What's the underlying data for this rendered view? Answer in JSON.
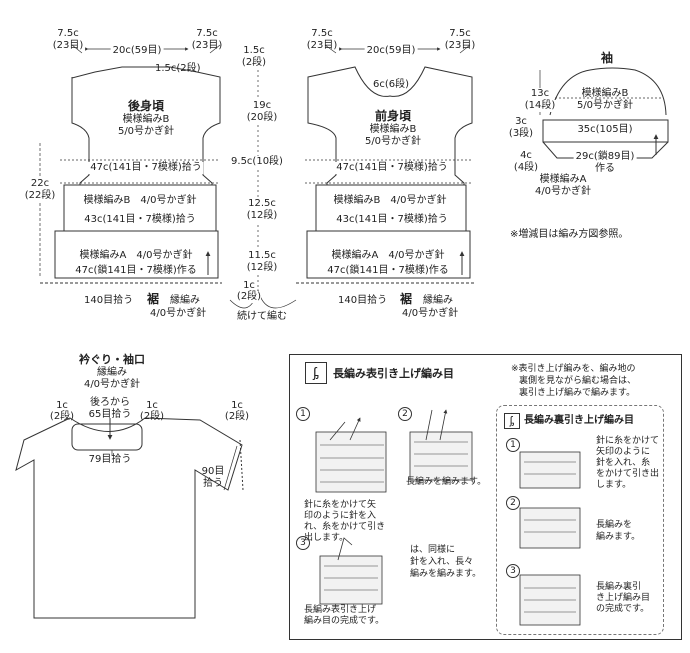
{
  "back": {
    "side_w_left": "7.5c",
    "side_s_left": "(23目)",
    "side_w_right": "7.5c",
    "side_s_right": "(23目)",
    "neck_w": "20c(59目)",
    "neck_depth": "1.5c(2段)",
    "title": "後身頃",
    "pattern": "模様編みB",
    "needle": "5/0号かぎ針",
    "pick": "47c(141目・7模様)拾う",
    "side_h": "22c",
    "side_h_rows": "(22段)",
    "band_b": "模様編みB　4/0号かぎ針",
    "band_b_pick": "43c(141目・7模様)拾う",
    "band_a": "模様編みA　4/0号かぎ針",
    "band_a_make": "47c(鎖141目・7模様)作る",
    "hem_pick": "140目拾う",
    "hem_label": "裾",
    "hem_stitch": "縁編み",
    "hem_needle": "4/0号かぎ針"
  },
  "center": {
    "v1": "1.5c",
    "v1r": "(2段)",
    "v2": "19c",
    "v2r": "(20段)",
    "v3": "9.5c(10段)",
    "v4": "12.5c",
    "v4r": "(12段)",
    "v5": "11.5c",
    "v5r": "(12段)",
    "v6": "1c",
    "v6r": "(2段)",
    "continue": "続けて編む"
  },
  "front": {
    "side_w_left": "7.5c",
    "side_s_left": "(23目)",
    "side_w_right": "7.5c",
    "side_s_right": "(23目)",
    "neck_w": "20c(59目)",
    "neck_depth": "6c(6段)",
    "title": "前身頃",
    "pattern": "模様編みB",
    "needle": "5/0号かぎ針",
    "pick": "47c(141目・7模様)拾う",
    "band_b": "模様編みB　4/0号かぎ針",
    "band_b_pick": "43c(141目・7模様)拾う",
    "band_a": "模様編みA　4/0号かぎ針",
    "band_a_make": "47c(鎖141目・7模様)作る",
    "hem_pick": "140目拾う",
    "hem_label": "裾",
    "hem_stitch": "縁編み",
    "hem_needle": "4/0号かぎ針"
  },
  "sleeve": {
    "title": "袖",
    "cap_h": "13c",
    "cap_rows": "(14段)",
    "pattern": "模様編みB",
    "needle": "5/0号かぎ針",
    "band_h": "3c",
    "band_rows": "(3段)",
    "width": "35c(105目)",
    "low_h": "4c",
    "low_rows": "(4段)",
    "make": "29c(鎖89目)",
    "make2": "作る",
    "band_pattern": "模様編みA",
    "band_needle": "4/0号かぎ針"
  },
  "note": "※増減目は編み方図参照。",
  "collar": {
    "title": "衿ぐり・袖口",
    "stitch": "縁編み",
    "needle": "4/0号かぎ針",
    "left_h": "1c",
    "left_r": "(2段)",
    "back_from": "後ろから",
    "back_pick": "65目拾う",
    "right_h": "1c",
    "right_r": "(2段)",
    "front_pick": "79目拾う",
    "cuff_pick": "90目",
    "cuff_pick2": "拾う"
  },
  "instr": {
    "icon": "ᶋ",
    "title": "長編み表引き上げ編み目",
    "note1": "※表引き上げ編みを、編み地の",
    "note2": "裏側を見ながら編む場合は、",
    "note3": "裏引き上げ編みで編みます。",
    "s1_num": "1",
    "s1_t1": "針に糸をかけて矢",
    "s1_t2": "印のように針を入",
    "s1_t3": "れ、糸をかけて引き",
    "s1_t4": "出します。",
    "s2_num": "2",
    "s2_t": "長編みを編みます。",
    "s3_num": "3",
    "s3_t1": "長編み表引き上げ",
    "s3_t2": "編み目の完成です。",
    "mid1": "は、同様に",
    "mid2": "針を入れ、長々",
    "mid3": "編みを編みます。",
    "sub_icon": "ᶋ",
    "sub_title": "長編み裏引き上げ編み目",
    "u1_num": "1",
    "u1_t1": "針に糸をかけて",
    "u1_t2": "矢印のように",
    "u1_t3": "針を入れ、糸",
    "u1_t4": "をかけて引き出",
    "u1_t5": "します。",
    "u2_num": "2",
    "u2_t1": "長編みを",
    "u2_t2": "編みます。",
    "u3_num": "3",
    "u3_t1": "長編み裏引",
    "u3_t2": "き上げ編み目",
    "u3_t3": "の完成です。"
  }
}
